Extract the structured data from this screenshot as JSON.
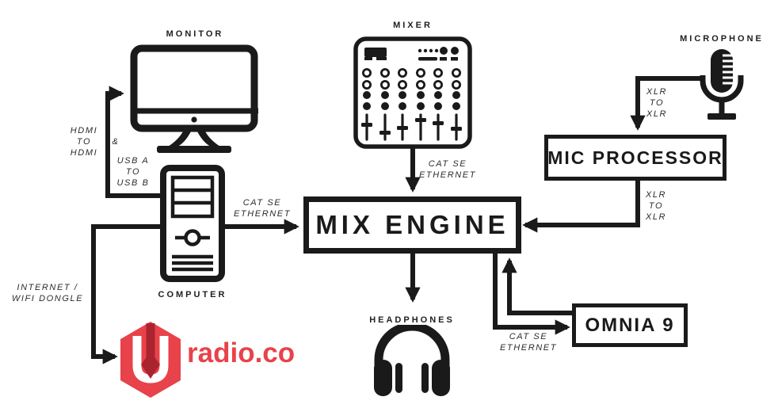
{
  "canvas": {
    "background": "#ffffff",
    "ink": "#1a1a1a"
  },
  "nodes": {
    "monitor": {
      "label": "MONITOR"
    },
    "mixer": {
      "label": "MIXER"
    },
    "microphone": {
      "label": "MICROPHONE"
    },
    "computer": {
      "label": "COMPUTER"
    },
    "headphones": {
      "label": "HEADPHONES"
    },
    "mix_engine": {
      "label": "MIX ENGINE"
    },
    "mic_processor": {
      "label": "MIC PROCESSOR"
    },
    "omnia9": {
      "label": "OMNIA 9"
    },
    "radioco": {
      "wordmark": "radio.co",
      "red": "#e8424a",
      "dark_red": "#aa2430"
    }
  },
  "edges": {
    "hdmi": {
      "label": "HDMI\nTO\nHDMI"
    },
    "ampersand": {
      "label": "&"
    },
    "usb": {
      "label": "USB A\nTO\nUSB B"
    },
    "cat5e_computer_mixengine": {
      "label": "CAT SE\nETHERNET"
    },
    "cat5e_mixer_mixengine": {
      "label": "CAT SE\nETHERNET"
    },
    "cat5e_mixengine_omnia": {
      "label": "CAT SE\nETHERNET"
    },
    "xlr_mic_processor": {
      "label": "XLR\nTO\nXLR"
    },
    "xlr_processor_mixengine": {
      "label": "XLR\nTO\nXLR"
    },
    "internet_wifi": {
      "label": "INTERNET /\nWIFI DONGLE"
    }
  }
}
